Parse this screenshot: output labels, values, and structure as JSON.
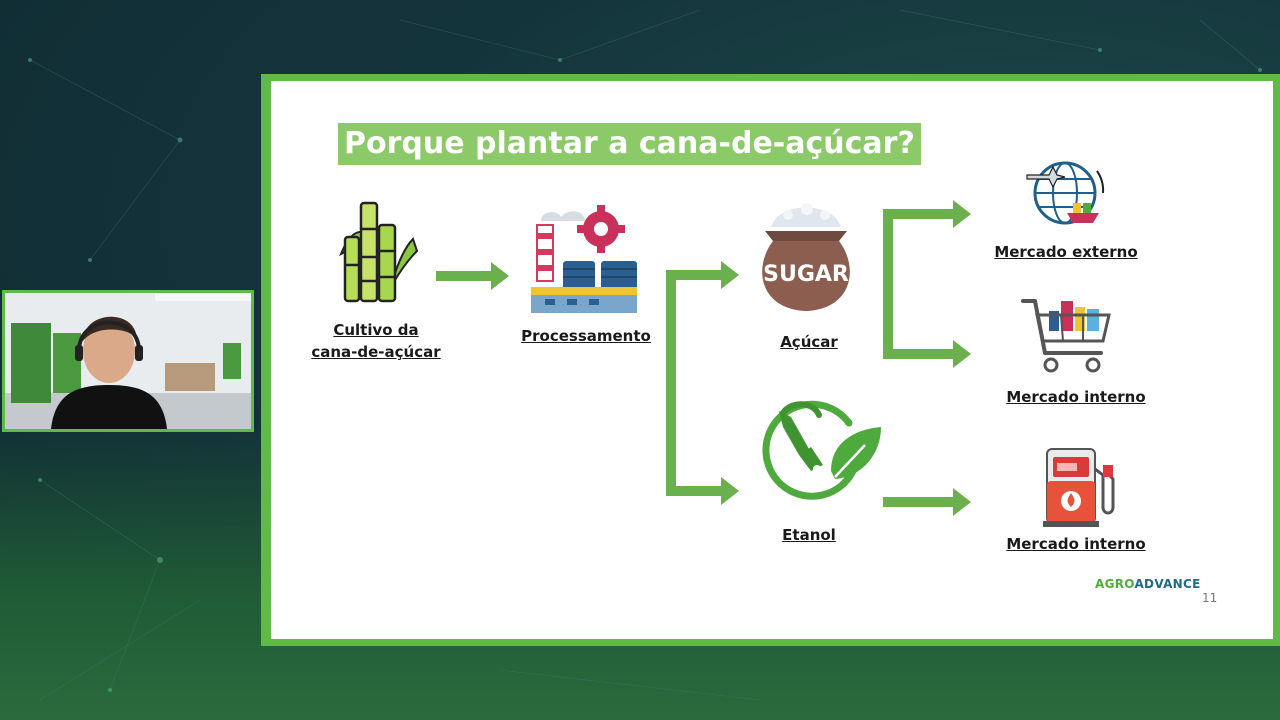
{
  "slide": {
    "title": "Porque plantar a cana-de-açúcar?",
    "page_number": "11",
    "logo": {
      "part1": "AGRO",
      "part2": "ADVANCE"
    }
  },
  "diagram": {
    "nodes": [
      {
        "id": "cultivo",
        "label_line1": "Cultivo da",
        "label_line2": "cana-de-açúcar",
        "icon": "sugarcane-icon"
      },
      {
        "id": "processamento",
        "label": "Processamento",
        "icon": "factory-icon"
      },
      {
        "id": "acucar",
        "label": "Açúcar",
        "icon": "sugar-sack-icon",
        "icon_text": "SUGAR"
      },
      {
        "id": "etanol",
        "label": "Etanol",
        "icon": "ethanol-fuel-leaf-icon"
      },
      {
        "id": "mercado_externo",
        "label": "Mercado externo",
        "icon": "global-trade-icon"
      },
      {
        "id": "mercado_interno_acucar",
        "label": "Mercado interno",
        "icon": "shopping-cart-icon"
      },
      {
        "id": "mercado_interno_etanol",
        "label": "Mercado interno",
        "icon": "fuel-pump-icon"
      }
    ],
    "edges": [
      {
        "from": "cultivo",
        "to": "processamento"
      },
      {
        "from": "processamento",
        "to": "acucar"
      },
      {
        "from": "processamento",
        "to": "etanol"
      },
      {
        "from": "acucar",
        "to": "mercado_externo"
      },
      {
        "from": "acucar",
        "to": "mercado_interno_acucar"
      },
      {
        "from": "etanol",
        "to": "mercado_interno_etanol"
      }
    ],
    "arrow_color": "#6ab04c"
  },
  "colors": {
    "accent_green": "#5fbb46",
    "title_bg": "#8cc968",
    "background_dark": "#14343c"
  }
}
